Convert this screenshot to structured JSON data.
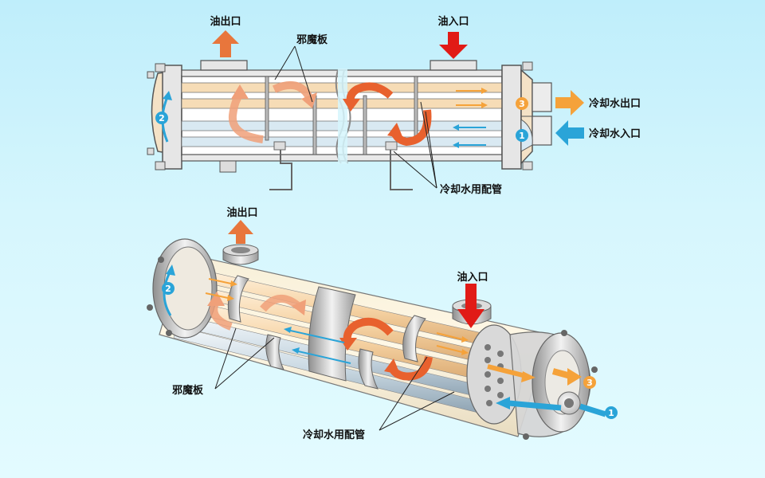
{
  "colors": {
    "oil": "#e8763c",
    "oil_in": "#e11b16",
    "cool_out": "#f5a23a",
    "cool_in": "#2aa4d8",
    "shell": "#c9c9c9",
    "tube_warm": "#f6dcb6",
    "tube_cool": "#d9e9f2"
  },
  "top_diagram": {
    "oil_outlet": "油出口",
    "oil_inlet": "油入口",
    "baffle": "邪魔板",
    "coolant_outlet": "冷却水出口",
    "coolant_inlet": "冷却水入口",
    "cooling_pipes": "冷却水用配管",
    "marker_1": "1",
    "marker_2": "2",
    "marker_3": "3"
  },
  "bottom_diagram": {
    "oil_outlet": "油出口",
    "oil_inlet": "油入口",
    "baffle": "邪魔板",
    "cooling_pipes": "冷却水用配管",
    "marker_1": "1",
    "marker_2": "2",
    "marker_3": "3"
  },
  "icons": [
    "oil-outlet-arrow-icon",
    "oil-inlet-arrow-icon",
    "coolant-outlet-arrow-icon",
    "coolant-inlet-arrow-icon",
    "flow-arrow-icon"
  ]
}
